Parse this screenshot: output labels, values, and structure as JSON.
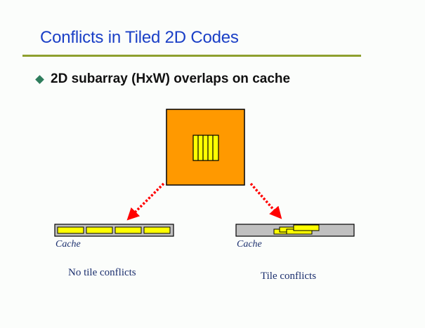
{
  "slide": {
    "title": "Conflicts in Tiled 2D Codes",
    "bullet": "2D subarray (HxW) overlaps on cache"
  },
  "diagram": {
    "left_cache_label": "Cache",
    "right_cache_label": "Cache",
    "left_caption": "No tile conflicts",
    "right_caption": "Tile conflicts"
  },
  "colors": {
    "title": "#1a3fc6",
    "rule": "#8fa02e",
    "array_fill": "#ff9900",
    "tile_fill": "#ffff00",
    "cache_fill": "#c0c0c0",
    "arrow": "#ff0000",
    "caption": "#1b2f6e"
  }
}
